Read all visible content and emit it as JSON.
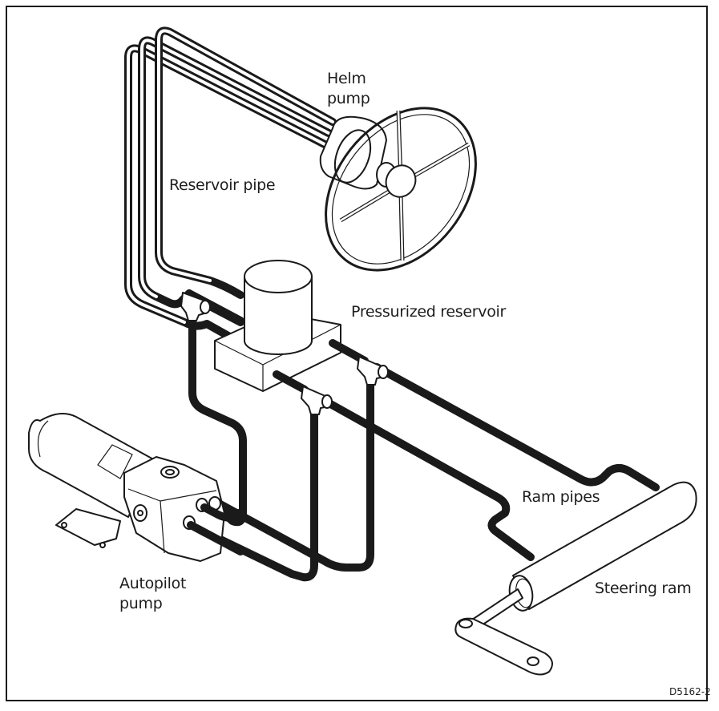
{
  "diagram": {
    "title": "Hydraulic steering system with autopilot pump",
    "reference_code": "D5162-2",
    "labels": {
      "helm_pump": [
        "Helm",
        "pump"
      ],
      "reservoir_pipe": "Reservoir pipe",
      "pressurized_reservoir": "Pressurized reservoir",
      "ram_pipes": "Ram pipes",
      "steering_ram": "Steering ram",
      "autopilot_pump": [
        "Autopilot",
        "pump"
      ]
    },
    "components": [
      {
        "id": "helm-pump",
        "name": "Helm pump"
      },
      {
        "id": "steering-wheel",
        "name": "Steering wheel"
      },
      {
        "id": "pressurized-reservoir",
        "name": "Pressurized reservoir"
      },
      {
        "id": "autopilot-pump",
        "name": "Autopilot pump"
      },
      {
        "id": "steering-ram",
        "name": "Steering ram"
      },
      {
        "id": "tiller-arm",
        "name": "Tiller arm"
      }
    ],
    "connections": [
      {
        "from": "helm-pump",
        "to": "pressurized-reservoir",
        "via": "Reservoir pipe"
      },
      {
        "from": "helm-pump",
        "to": "steering-ram",
        "via": "Ram pipes"
      },
      {
        "from": "autopilot-pump",
        "to": "pressurized-reservoir",
        "via": "Reservoir pipe"
      },
      {
        "from": "autopilot-pump",
        "to": "steering-ram",
        "via": "Ram pipes"
      }
    ],
    "colors": {
      "line": "#1a1a1a",
      "background": "#ffffff",
      "text": "#1e1e1e"
    }
  }
}
